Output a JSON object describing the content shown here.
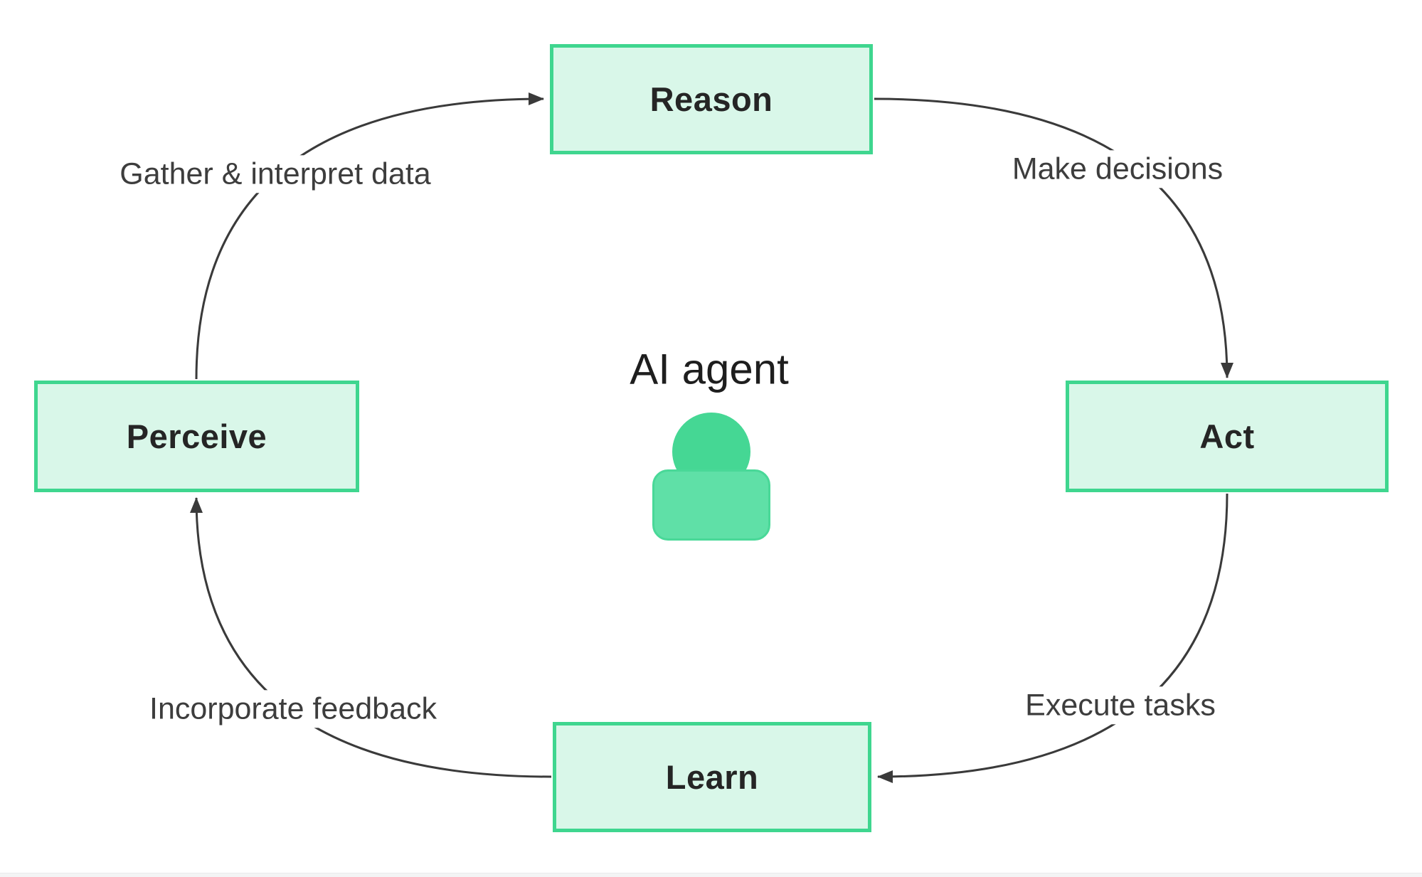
{
  "diagram": {
    "center": {
      "title": "AI agent"
    },
    "nodes": [
      {
        "id": "reason",
        "label": "Reason"
      },
      {
        "id": "act",
        "label": "Act"
      },
      {
        "id": "learn",
        "label": "Learn"
      },
      {
        "id": "perceive",
        "label": "Perceive"
      }
    ],
    "edges": [
      {
        "from": "perceive",
        "to": "reason",
        "label": "Gather & interpret data"
      },
      {
        "from": "reason",
        "to": "act",
        "label": "Make decisions"
      },
      {
        "from": "act",
        "to": "learn",
        "label": "Execute tasks"
      },
      {
        "from": "learn",
        "to": "perceive",
        "label": "Incorporate feedback"
      }
    ],
    "colors": {
      "node_fill": "#d9f7e9",
      "node_border": "#3fd68f",
      "node_text": "#252525",
      "edge_label_text": "#3d3d3d",
      "arrow": "#3a3a3a",
      "agent_head": "#45d794",
      "agent_body": "#5fe0a7",
      "agent_body_border": "#49d898",
      "center_text": "#1e1e1e",
      "footer_strip": "#f3f4f5",
      "footer_strip_border": "#e9eaec",
      "canvas_bg": "#ffffff"
    }
  }
}
